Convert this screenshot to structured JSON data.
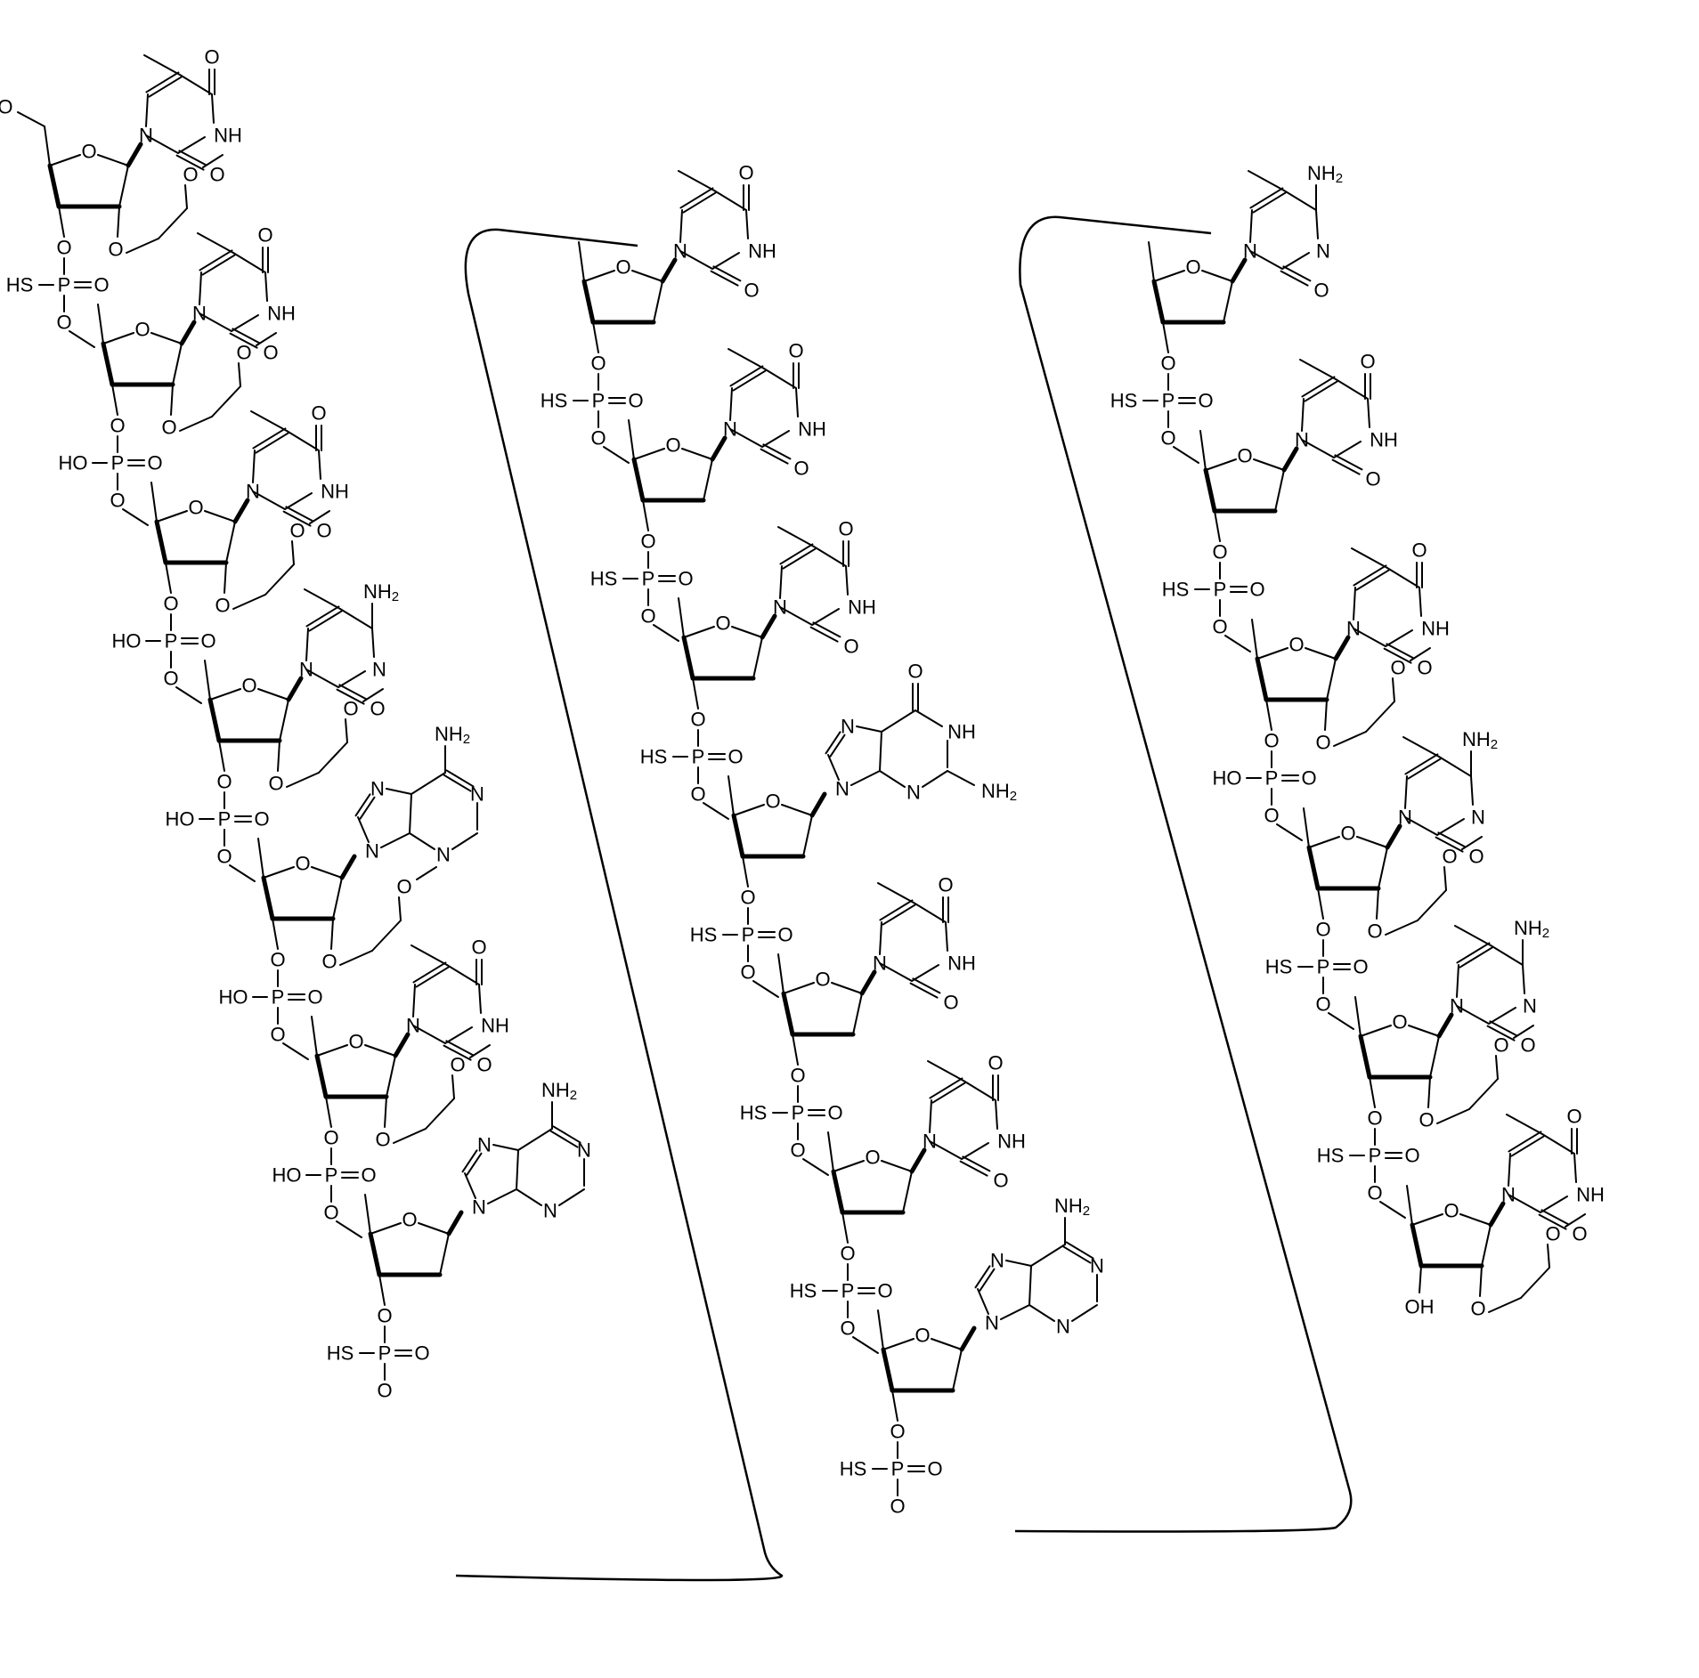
{
  "diagram": {
    "type": "chemical-structure",
    "description_free": true,
    "ink_color": "#000000",
    "background_color": "#ffffff",
    "strands": [
      {
        "id": "strand-1",
        "units": [
          {
            "base": "T",
            "sugar": "MOE",
            "linkage_label": "HS",
            "terminal_label": "HO"
          },
          {
            "base": "T",
            "sugar": "MOE",
            "linkage_label": "HO"
          },
          {
            "base": "T",
            "sugar": "MOE",
            "linkage_label": "HO"
          },
          {
            "base": "mC",
            "sugar": "MOE",
            "linkage_label": "HO"
          },
          {
            "base": "A",
            "sugar": "MOE",
            "linkage_label": "HO"
          },
          {
            "base": "T",
            "sugar": "MOE",
            "linkage_label": "HO"
          },
          {
            "base": "A",
            "sugar": "deoxy",
            "linkage_label": "HS"
          }
        ]
      },
      {
        "id": "strand-2",
        "units": [
          {
            "base": "T",
            "sugar": "deoxy",
            "linkage_label": "HS"
          },
          {
            "base": "T",
            "sugar": "deoxy",
            "linkage_label": "HS"
          },
          {
            "base": "T",
            "sugar": "deoxy",
            "linkage_label": "HS"
          },
          {
            "base": "G",
            "sugar": "deoxy",
            "linkage_label": "HS"
          },
          {
            "base": "T",
            "sugar": "deoxy",
            "linkage_label": "HS"
          },
          {
            "base": "T",
            "sugar": "deoxy",
            "linkage_label": "HS"
          },
          {
            "base": "A",
            "sugar": "deoxy",
            "linkage_label": "HS"
          }
        ]
      },
      {
        "id": "strand-3",
        "units": [
          {
            "base": "mC",
            "sugar": "deoxy",
            "linkage_label": "HS"
          },
          {
            "base": "T",
            "sugar": "deoxy",
            "linkage_label": "HS"
          },
          {
            "base": "T",
            "sugar": "MOE",
            "linkage_label": "HO"
          },
          {
            "base": "mC",
            "sugar": "MOE",
            "linkage_label": "HS"
          },
          {
            "base": "mC",
            "sugar": "MOE",
            "linkage_label": "HS"
          },
          {
            "base": "T",
            "sugar": "MOE",
            "terminal_label": "OH"
          }
        ]
      }
    ],
    "atom_labels": {
      "O": "O",
      "NH": "NH",
      "N": "N",
      "NH2": "NH",
      "NH2_sub": "2",
      "P": "P",
      "HO": "HO",
      "HS": "HS",
      "OH": "OH"
    }
  }
}
